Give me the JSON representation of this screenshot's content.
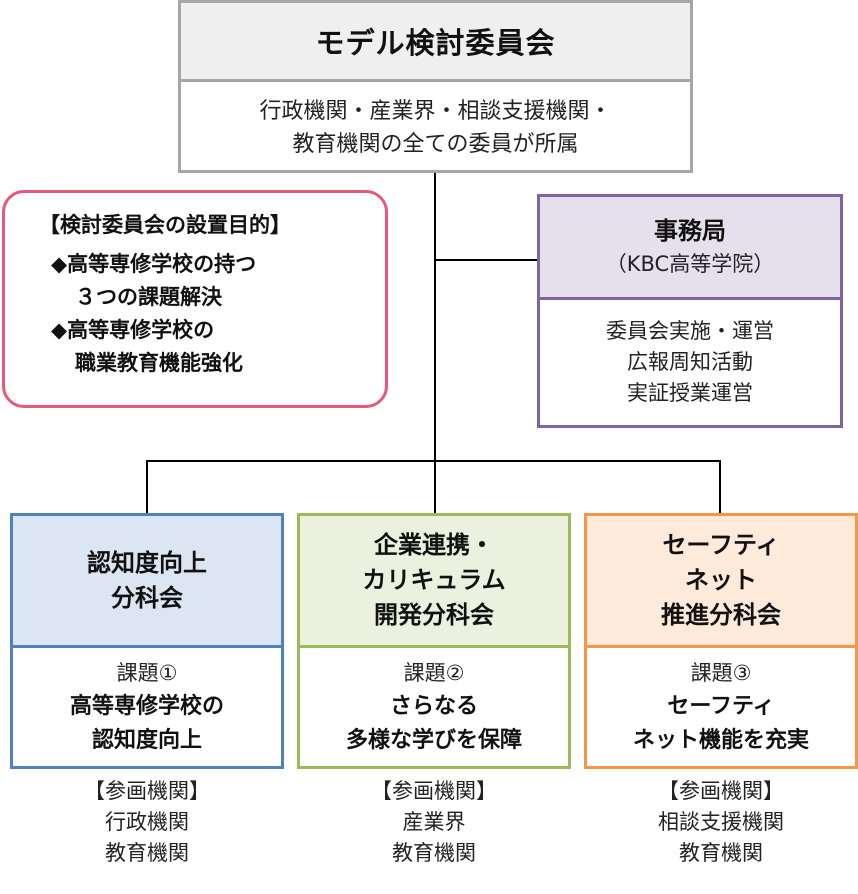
{
  "committee": {
    "title": "モデル検討委員会",
    "description_lines": [
      "行政機関・産業界・相談支援機関・",
      "教育機関の全ての委員が所属"
    ]
  },
  "purpose": {
    "title": "【検討委員会の設置目的】",
    "items": [
      {
        "bullet": "◆",
        "lines": [
          "高等専修学校の持つ",
          "３つの課題解決"
        ]
      },
      {
        "bullet": "◆",
        "lines": [
          "高等専修学校の",
          "職業教育機能強化"
        ]
      }
    ]
  },
  "office": {
    "title": "事務局",
    "subtitle": "（KBC高等学院）",
    "duties": [
      "委員会実施・運営",
      "広報周知活動",
      "実証授業運営"
    ]
  },
  "subcommittees": [
    {
      "name_lines": [
        "認知度向上",
        "分科会"
      ],
      "issue_label": "課題①",
      "issue_lines": [
        "高等専修学校の",
        "認知度向上"
      ],
      "members_title": "【参画機関】",
      "members": [
        "行政機関",
        "教育機関"
      ],
      "color": "#4f81bd",
      "fill": "#dce6f2"
    },
    {
      "name_lines": [
        "企業連携・",
        "カリキュラム",
        "開発分科会"
      ],
      "issue_label": "課題②",
      "issue_lines": [
        "さらなる",
        "多様な学びを保障"
      ],
      "members_title": "【参画機関】",
      "members": [
        "産業界",
        "教育機関"
      ],
      "color": "#9bbb59",
      "fill": "#ebf1de"
    },
    {
      "name_lines": [
        "セーフティ",
        "ネット",
        "推進分科会"
      ],
      "issue_label": "課題③",
      "issue_lines": [
        "セーフティ",
        "ネット機能を充実"
      ],
      "members_title": "【参画機関】",
      "members": [
        "相談支援機関",
        "教育機関"
      ],
      "color": "#f79646",
      "fill": "#fdeada"
    }
  ],
  "colors": {
    "committee_border": "#a6a6a6",
    "committee_fill": "#efefef",
    "purpose_border": "#e8587a",
    "office_border": "#8064a2",
    "office_fill": "#e5e0ec",
    "connector": "#000000"
  }
}
